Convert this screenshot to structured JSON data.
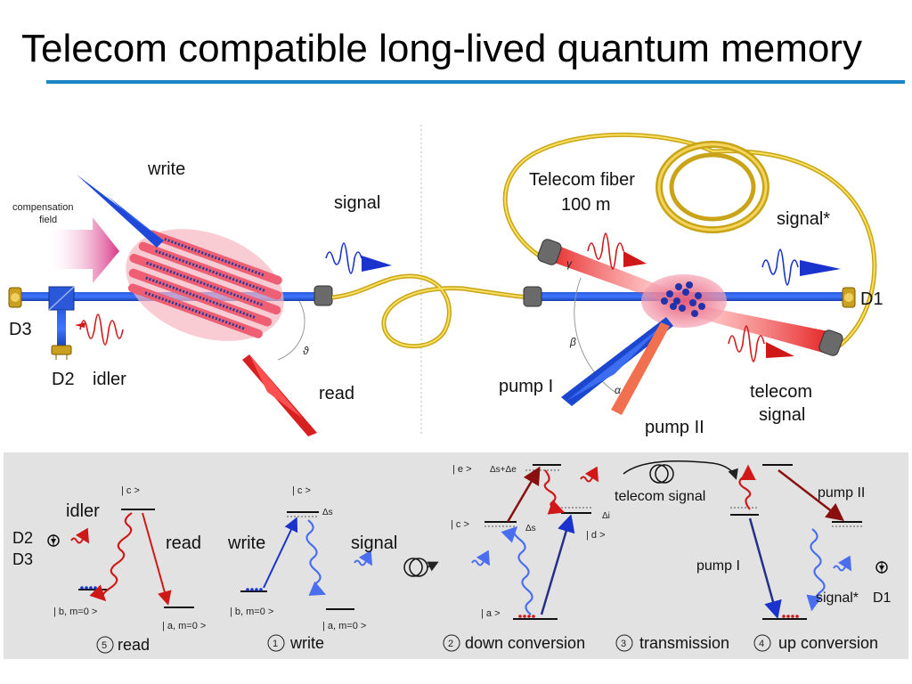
{
  "slide": {
    "title": "Telecom compatible long-lived quantum memory",
    "accent_color": "#1a86c8"
  },
  "setup": {
    "compensation_line1": "compensation",
    "compensation_line2": "field",
    "write": "write",
    "signal": "signal",
    "read": "read",
    "idler": "idler",
    "d1": "D1",
    "d2": "D2",
    "d3": "D3",
    "fiber_line1": "Telecom fiber",
    "fiber_line2": "100 m",
    "signal_star": "signal*",
    "pump1": "pump I",
    "pump2": "pump II",
    "telecom_line1": "telecom",
    "telecom_line2": "signal",
    "theta": "ϑ",
    "gamma": "γ",
    "beta": "β",
    "alpha": "α"
  },
  "levels": {
    "c": "| c >",
    "c2": "| c >",
    "c3": "| c >",
    "b1": "| b, m=0 >",
    "a1": "| a, m=0 >",
    "b2": "| b, m=0 >",
    "a2": "| a, m=0 >",
    "e": "| e >",
    "d": "| d >",
    "a3": "| a >",
    "delta_s": "Δs",
    "delta_i": "Δi",
    "delta_sum": "Δs+Δe"
  },
  "panel": {
    "d2": "D2",
    "d3": "D3",
    "idler": "idler",
    "read": "read",
    "write": "write",
    "signal": "signal",
    "telecom_signal": "telecom signal",
    "pump2": "pump II",
    "pump1": "pump I",
    "signal_star": "signal*",
    "d1": "D1"
  },
  "steps": [
    {
      "num": "5",
      "label": "read"
    },
    {
      "num": "1",
      "label": "write"
    },
    {
      "num": "2",
      "label": "down conversion"
    },
    {
      "num": "3",
      "label": "transmission"
    },
    {
      "num": "4",
      "label": "up conversion"
    }
  ]
}
